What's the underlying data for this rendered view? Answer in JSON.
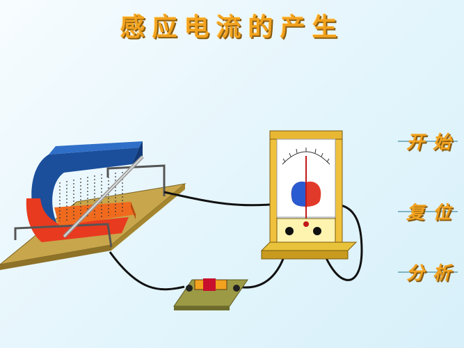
{
  "title": "感应电流的产生",
  "buttons": {
    "start": "开始",
    "reset": "复位",
    "analyze": "分析"
  },
  "meter": {
    "needle_position": 0.5
  },
  "colors": {
    "title": "#f2a21e",
    "magnet_north": "#1b4f9c",
    "magnet_south": "#f06a1e",
    "board": "#c8a64c",
    "wire": "#111111"
  }
}
